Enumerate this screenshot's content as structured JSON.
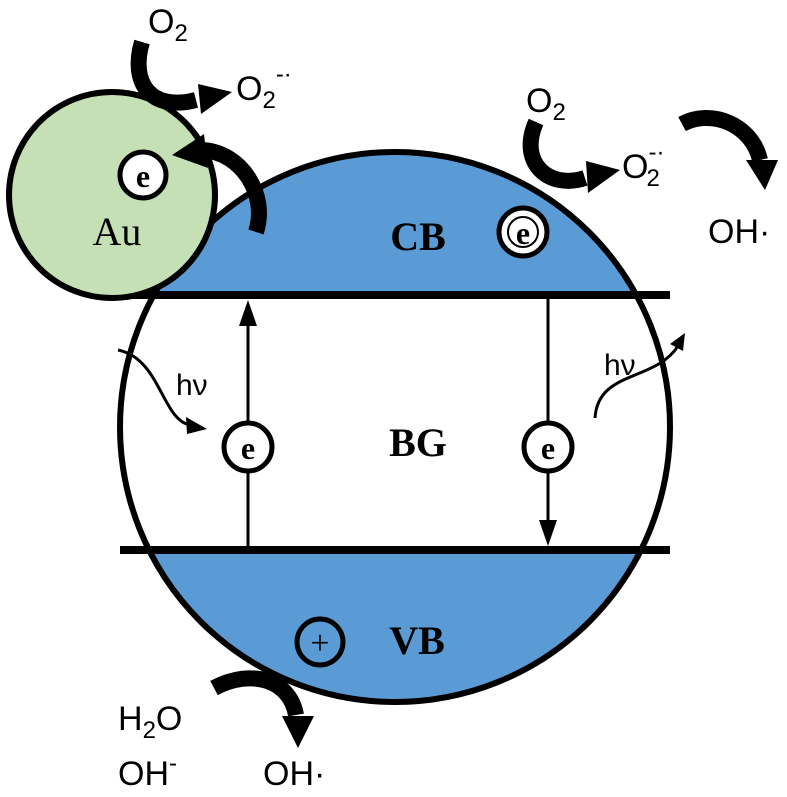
{
  "particle": {
    "label": "Au",
    "fill": "#c5e0b4"
  },
  "bands": {
    "cb_label": "CB",
    "bg_label": "BG",
    "vb_label": "VB",
    "band_color": "#5b9bd5"
  },
  "carriers": {
    "electron": "e",
    "hole": "+"
  },
  "light": {
    "hv_left": "hν",
    "hv_right": "hν"
  },
  "species": {
    "o2_top_main": "O",
    "o2_top_sub": "2",
    "o2rad_top_main": "O",
    "o2rad_top_sub": "2",
    "o2rad_top_sup": "-·",
    "o2_right_main": "O",
    "o2_right_sub": "2",
    "o2rad_right_main": "O",
    "o2rad_right_sup": "-·",
    "o2rad_right_sub": "2",
    "oh_right": "OH·",
    "h2o_main_1": "H",
    "h2o_sub": "2",
    "h2o_main_2": "O",
    "oh_minus_main": "OH",
    "oh_minus_sup": "-",
    "oh_bottom": "OH·"
  }
}
